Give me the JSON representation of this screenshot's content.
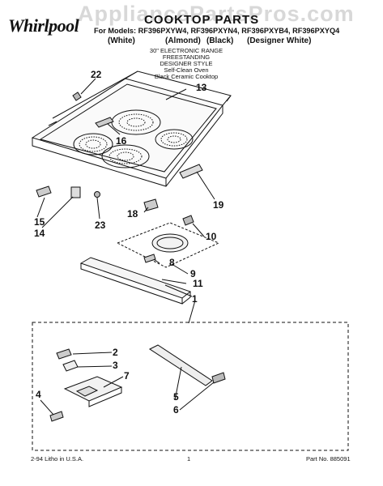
{
  "watermark": "AppliancePartsPros.com",
  "brand": "Whirlpool",
  "title": "COOKTOP PARTS",
  "models_line": "For Models: RF396PXYW4, RF396PXYN4, RF396PXYB4, RF396PXYQ4",
  "colors": [
    "(White)",
    "(Almond)",
    "(Black)",
    "(Designer White)"
  ],
  "description": [
    "30\" ELECTRONIC RANGE",
    "FREESTANDING",
    "DESIGNER STYLE",
    "Self-Clean Oven",
    "Black Ceramic Cooktop"
  ],
  "callouts": [
    "22",
    "13",
    "16",
    "19",
    "15",
    "14",
    "23",
    "18",
    "10",
    "8",
    "9",
    "11",
    "1",
    "2",
    "3",
    "7",
    "4",
    "5",
    "6"
  ],
  "footer": {
    "left": "2-94 Litho in U.S.A.",
    "center": "1",
    "right": "Part No. 885091"
  }
}
